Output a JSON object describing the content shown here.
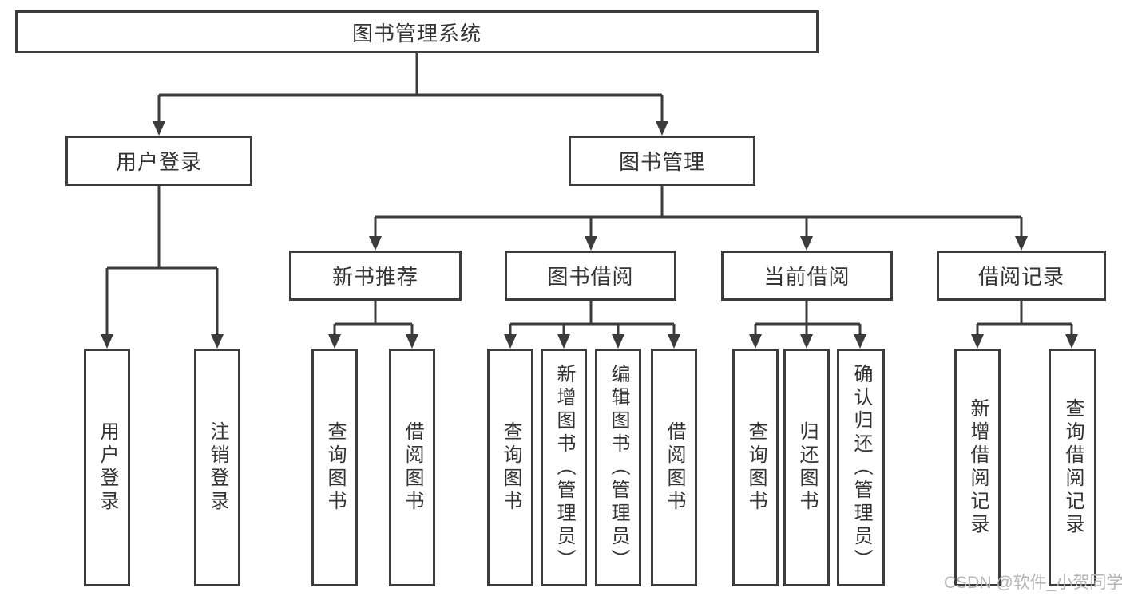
{
  "diagram": {
    "root": {
      "label": "图书管理系统"
    },
    "branches": [
      {
        "label": "用户登录",
        "leaves": [
          "用户登录",
          "注销登录"
        ]
      },
      {
        "label": "图书管理",
        "groups": [
          {
            "label": "新书推荐",
            "leaves": [
              "查询图书",
              "借阅图书"
            ]
          },
          {
            "label": "图书借阅",
            "leaves": [
              "查询图书",
              "新增图书（管理员）",
              "编辑图书（管理员）",
              "借阅图书"
            ]
          },
          {
            "label": "当前借阅",
            "leaves": [
              "查询图书",
              "归还图书",
              "确认归还（管理员）"
            ]
          },
          {
            "label": "借阅记录",
            "leaves": [
              "新增借阅记录",
              "查询借阅记录"
            ]
          }
        ]
      }
    ]
  },
  "watermark": "CSDN @软件_小贺同学",
  "colors": {
    "line": "#3c3c3c",
    "text": "#333333",
    "watermark": "#b5b5b5",
    "background": "#ffffff"
  }
}
